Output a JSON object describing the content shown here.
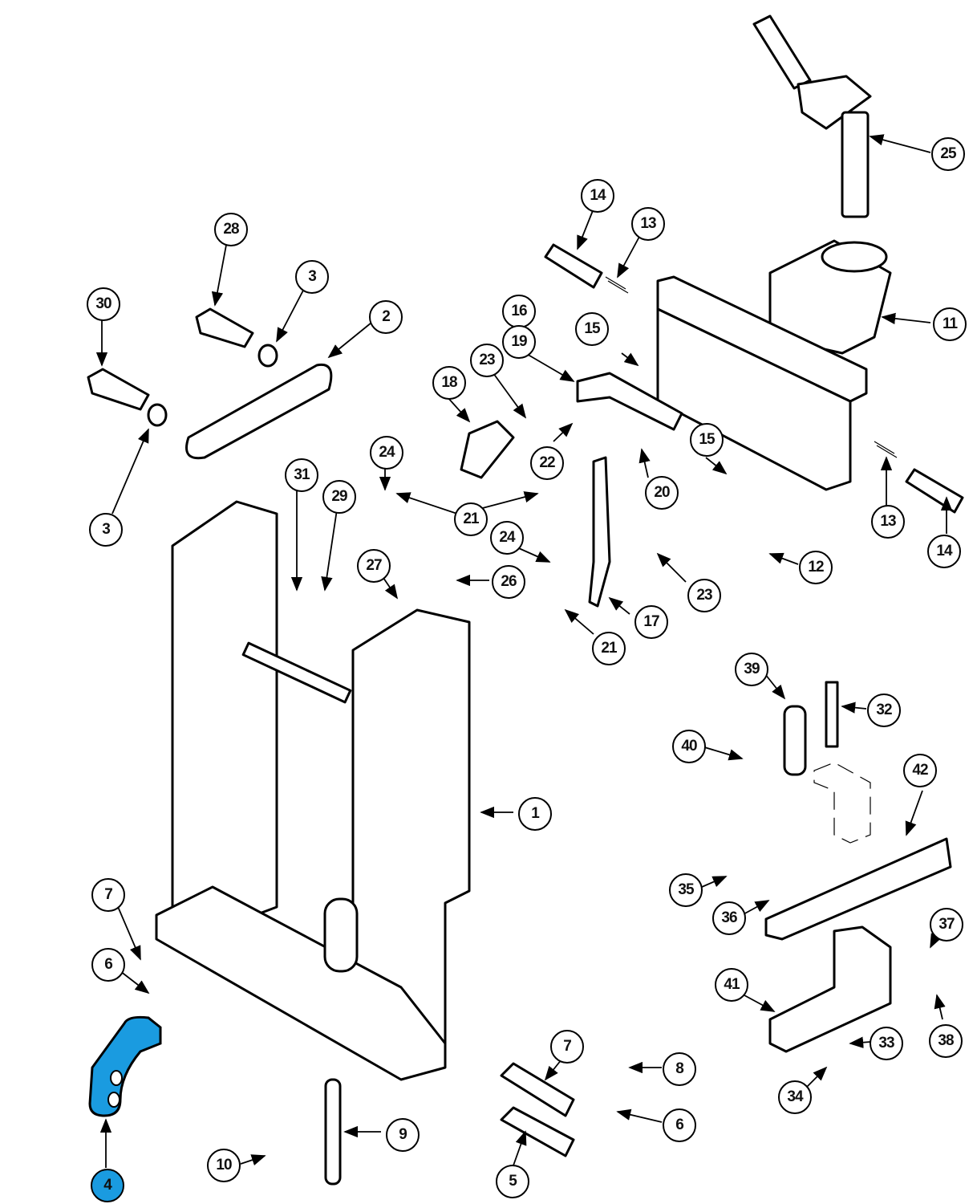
{
  "diagram": {
    "title": "",
    "highlight_color": "#1a9be0",
    "highlighted_part": "4",
    "callouts": [
      {
        "id": "c1",
        "label": "1"
      },
      {
        "id": "c2",
        "label": "2"
      },
      {
        "id": "c3a",
        "label": "3"
      },
      {
        "id": "c3b",
        "label": "3"
      },
      {
        "id": "c4",
        "label": "4"
      },
      {
        "id": "c5",
        "label": "5"
      },
      {
        "id": "c6a",
        "label": "6"
      },
      {
        "id": "c6b",
        "label": "6"
      },
      {
        "id": "c7a",
        "label": "7"
      },
      {
        "id": "c7b",
        "label": "7"
      },
      {
        "id": "c8",
        "label": "8"
      },
      {
        "id": "c9",
        "label": "9"
      },
      {
        "id": "c10",
        "label": "10"
      },
      {
        "id": "c11",
        "label": "11"
      },
      {
        "id": "c12",
        "label": "12"
      },
      {
        "id": "c13a",
        "label": "13"
      },
      {
        "id": "c13b",
        "label": "13"
      },
      {
        "id": "c14a",
        "label": "14"
      },
      {
        "id": "c14b",
        "label": "14"
      },
      {
        "id": "c15a",
        "label": "15"
      },
      {
        "id": "c15b",
        "label": "15"
      },
      {
        "id": "c16",
        "label": "16"
      },
      {
        "id": "c17",
        "label": "17"
      },
      {
        "id": "c18",
        "label": "18"
      },
      {
        "id": "c19",
        "label": "19"
      },
      {
        "id": "c20",
        "label": "20"
      },
      {
        "id": "c21a",
        "label": "21"
      },
      {
        "id": "c21b",
        "label": "21"
      },
      {
        "id": "c22",
        "label": "22"
      },
      {
        "id": "c23a",
        "label": "23"
      },
      {
        "id": "c23b",
        "label": "23"
      },
      {
        "id": "c24a",
        "label": "24"
      },
      {
        "id": "c24b",
        "label": "24"
      },
      {
        "id": "c25",
        "label": "25"
      },
      {
        "id": "c26",
        "label": "26"
      },
      {
        "id": "c27",
        "label": "27"
      },
      {
        "id": "c28",
        "label": "28"
      },
      {
        "id": "c29",
        "label": "29"
      },
      {
        "id": "c30",
        "label": "30"
      },
      {
        "id": "c31",
        "label": "31"
      },
      {
        "id": "c32",
        "label": "32"
      },
      {
        "id": "c33",
        "label": "33"
      },
      {
        "id": "c34",
        "label": "34"
      },
      {
        "id": "c35",
        "label": "35"
      },
      {
        "id": "c36",
        "label": "36"
      },
      {
        "id": "c37",
        "label": "37"
      },
      {
        "id": "c38",
        "label": "38"
      },
      {
        "id": "c39",
        "label": "39"
      },
      {
        "id": "c40",
        "label": "40"
      },
      {
        "id": "c41",
        "label": "41"
      },
      {
        "id": "c42",
        "label": "42"
      }
    ]
  }
}
